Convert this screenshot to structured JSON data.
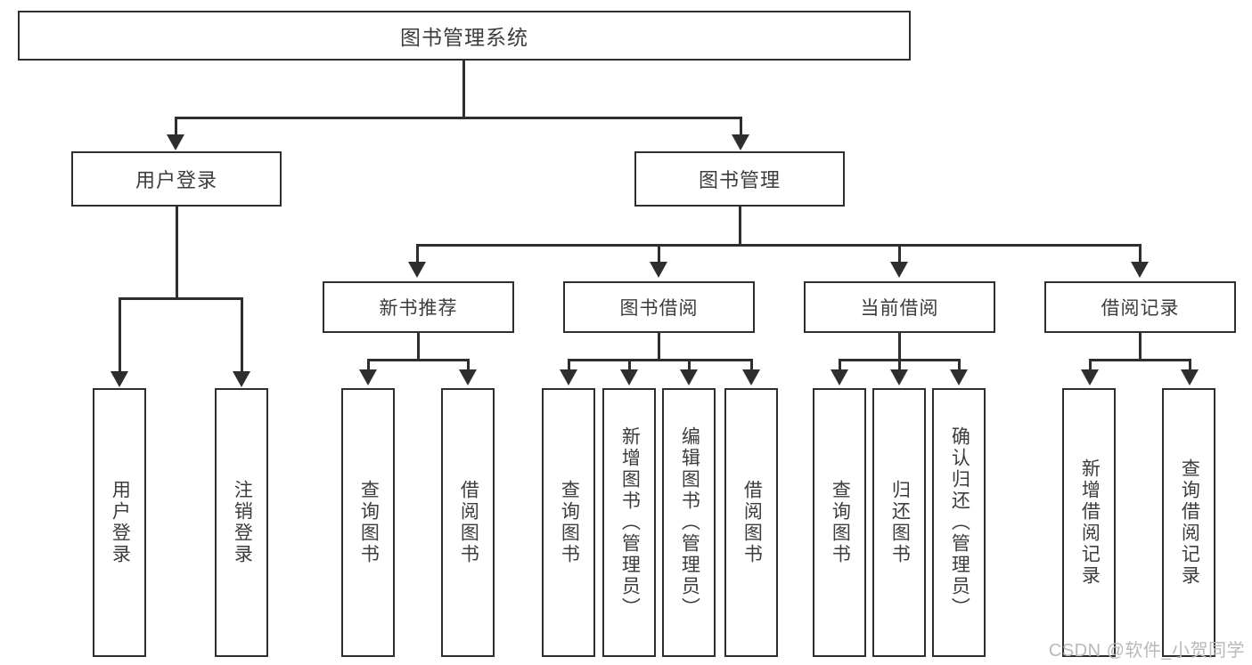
{
  "diagram": {
    "type": "tree",
    "title": "图书管理系统",
    "orientation": "top-down",
    "colors": {
      "box_border": "#2e2e2e",
      "box_fill": "#ffffff",
      "text": "#3c3c3c",
      "connector": "#2e2e2e",
      "watermark": "#b9b9b9",
      "background": "#ffffff"
    },
    "root": {
      "label": "图书管理系统"
    },
    "level2": [
      {
        "label": "用户登录"
      },
      {
        "label": "图书管理"
      }
    ],
    "level3": [
      {
        "label": "新书推荐"
      },
      {
        "label": "图书借阅"
      },
      {
        "label": "当前借阅"
      },
      {
        "label": "借阅记录"
      }
    ],
    "leaves": {
      "user_login": [
        {
          "label": "用户登录"
        },
        {
          "label": "注销登录"
        }
      ],
      "new_book_recommend": [
        {
          "label": "查询图书"
        },
        {
          "label": "借阅图书"
        }
      ],
      "book_borrow": [
        {
          "label": "查询图书"
        },
        {
          "label": "新增图书（管理员）"
        },
        {
          "label": "编辑图书（管理员）"
        },
        {
          "label": "借阅图书"
        }
      ],
      "current_borrow": [
        {
          "label": "查询图书"
        },
        {
          "label": "归还图书"
        },
        {
          "label": "确认归还（管理员）"
        }
      ],
      "borrow_record": [
        {
          "label": "新增借阅记录"
        },
        {
          "label": "查询借阅记录"
        }
      ]
    }
  },
  "watermark": {
    "text": "CSDN @软件_小贺同学"
  }
}
